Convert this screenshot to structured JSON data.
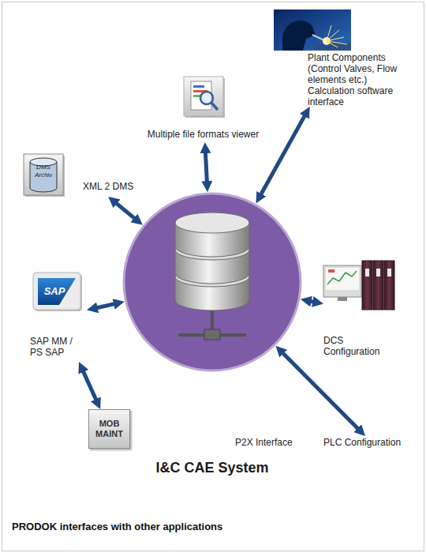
{
  "diagram": {
    "caption": "PRODOK interfaces with other applications",
    "nodes": [
      {
        "text": [
          "Multiple file formats viewer"
        ]
      },
      {
        "text": [
          "Plant Components (Control Valves, Flow elements etc.) Calculation software interface"
        ]
      },
      {
        "text": [
          "DMS Archiv",
          "XML 2 DMS"
        ]
      },
      {
        "text": [
          "I&C CAE System"
        ]
      },
      {
        "text": [
          "SAP",
          "SAP MM / PS SAP"
        ]
      },
      {
        "text": [
          "DCS Configuration"
        ]
      },
      {
        "text": [
          "MOB MAINT"
        ]
      },
      {
        "text": [
          "PLC Configuration"
        ]
      }
    ],
    "edges": [
      {
        "from": 0,
        "to": 3,
        "arrow": "both"
      },
      {
        "from": 1,
        "to": 3,
        "arrow": "both"
      },
      {
        "from": 2,
        "to": 3,
        "arrow": "both"
      },
      {
        "from": 4,
        "to": 3,
        "arrow": "both"
      },
      {
        "from": 3,
        "to": 5,
        "arrow": "both"
      },
      {
        "from": 4,
        "to": 6,
        "arrow": "both"
      },
      {
        "from": 3,
        "to": 7,
        "label": "P2X Interface",
        "arrow": "both"
      }
    ]
  }
}
